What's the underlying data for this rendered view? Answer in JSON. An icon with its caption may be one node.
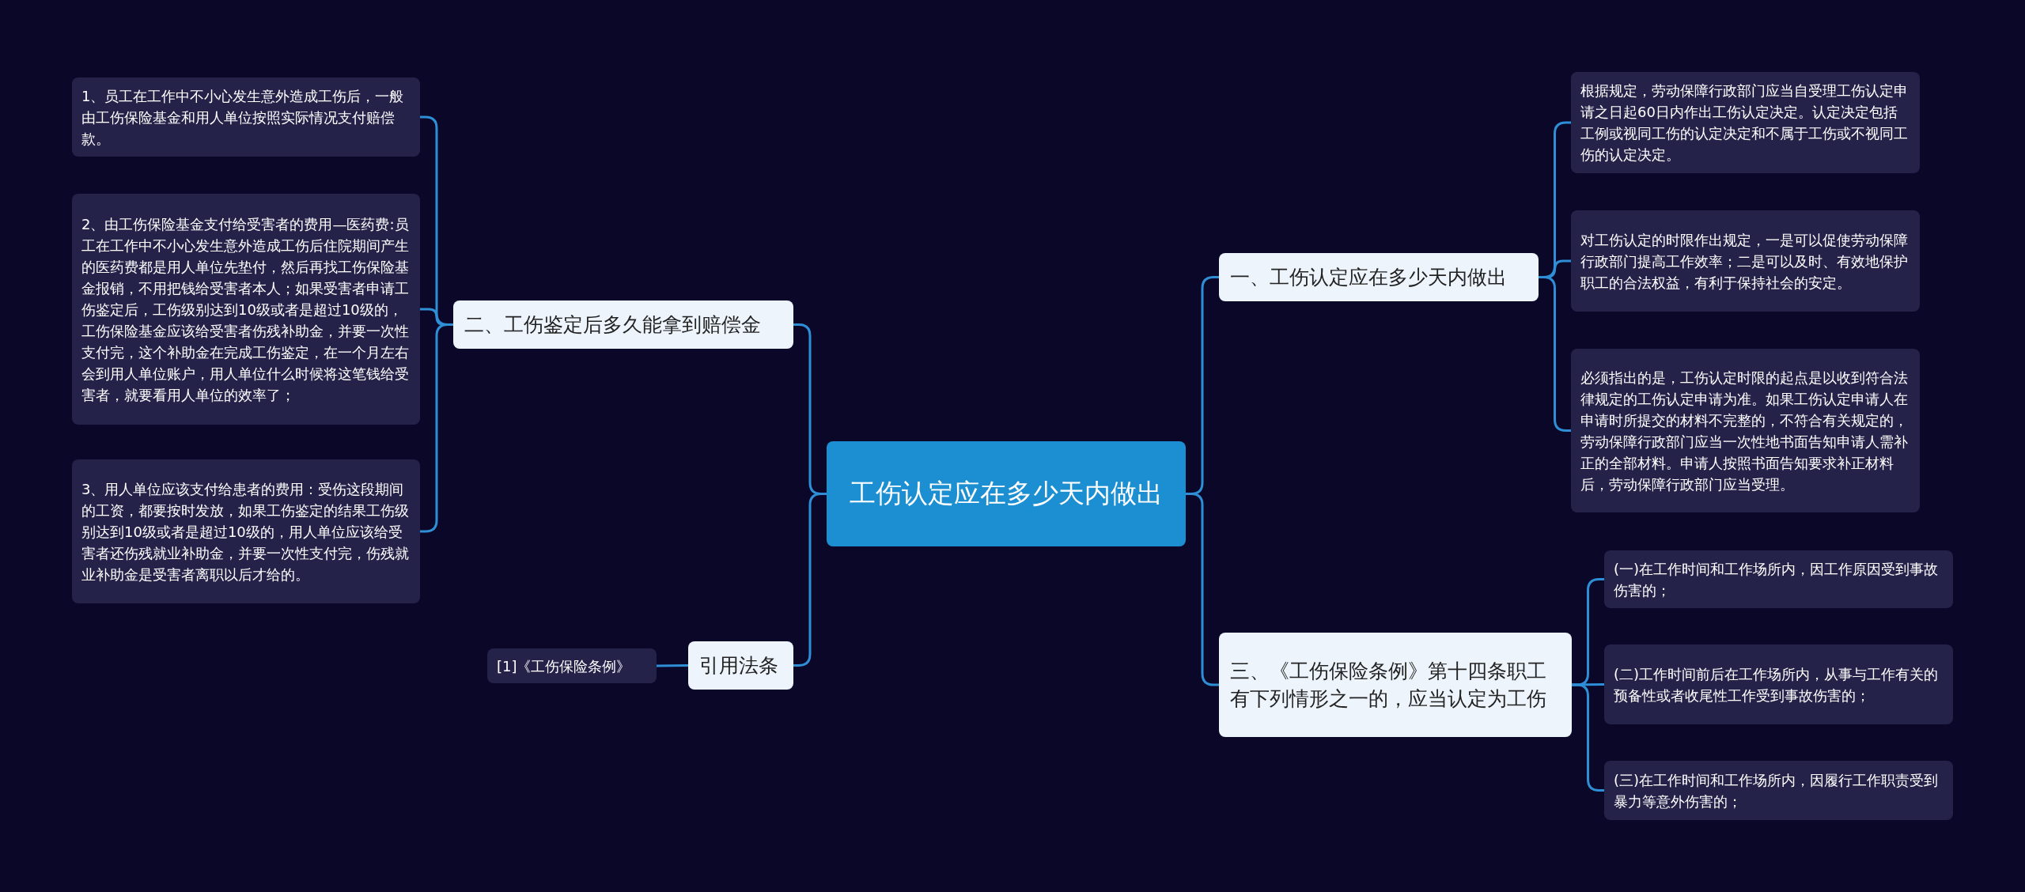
{
  "diagram": {
    "nodes": [
      {
        "text": [
          "工伤认定应在多少天内做出"
        ]
      },
      {
        "text": [
          "一、工伤认定应在多少天内做出"
        ]
      },
      {
        "text": [
          "根据规定，劳动保障行政部门应当自受理工伤认定申请之日起60日内作出工伤认定决定。认定决定包括工例或视同工伤的认定决定和不属于工伤或不视同工伤的认定决定。"
        ]
      },
      {
        "text": [
          "对工伤认定的时限作出规定，一是可以促使劳动保障行政部门提高工作效率；二是可以及时、有效地保护职工的合法权益，有利于保持社会的安定。"
        ]
      },
      {
        "text": [
          "必须指出的是，工伤认定时限的起点是以收到符合法律规定的工伤认定申请为准。如果工伤认定申请人在申请时所提交的材料不完整的，不符合有关规定的，劳动保障行政部门应当一次性地书面告知申请人需补正的全部材料。申请人按照书面告知要求补正材料后，劳动保障行政部门应当受理。"
        ]
      },
      {
        "text": [
          "二、工伤鉴定后多久能拿到赔偿金"
        ]
      },
      {
        "text": [
          "1、员工在工作中不小心发生意外造成工伤后，一般由工伤保险基金和用人单位按照实际情况支付赔偿款。"
        ]
      },
      {
        "text": [
          "2、由工伤保险基金支付给受害者的费用—医药费:员工在工作中不小心发生意外造成工伤后住院期间产生的医药费都是用人单位先垫付，然后再找工伤保险基金报销，不用把钱给受害者本人；如果受害者申请工伤鉴定后，工伤级别达到10级或者是超过10级的，工伤保险基金应该给受害者伤残补助金，并要一次性支付完，这个补助金在完成工伤鉴定，在一个月左右会到用人单位账户，用人单位什么时候将这笔钱给受害者，就要看用人单位的效率了；"
        ]
      },
      {
        "text": [
          "3、用人单位应该支付给患者的费用：受伤这段期间的工资，都要按时发放，如果工伤鉴定的结果工伤级别达到10级或者是超过10级的，用人单位应该给受害者还伤残就业补助金，并要一次性支付完，伤残就业补助金是受害者离职以后才给的。"
        ]
      },
      {
        "text": [
          "三、《工伤保险条例》第十四条职工有下列情形之一的，应当认定为工伤"
        ]
      },
      {
        "text": [
          "(一)在工作时间和工作场所内，因工作原因受到事故伤害的；"
        ]
      },
      {
        "text": [
          "(二)工作时间前后在工作场所内，从事与工作有关的预备性或者收尾性工作受到事故伤害的；"
        ]
      },
      {
        "text": [
          "(三)在工作时间和工作场所内，因履行工作职责受到暴力等意外伤害的；"
        ]
      },
      {
        "text": [
          "引用法条"
        ]
      },
      {
        "text": [
          "[1]《工伤保险条例》"
        ]
      }
    ],
    "edges": [
      {
        "from": 0,
        "to": 1,
        "arrow": "none"
      },
      {
        "from": 1,
        "to": 2,
        "arrow": "none"
      },
      {
        "from": 1,
        "to": 3,
        "arrow": "none"
      },
      {
        "from": 1,
        "to": 4,
        "arrow": "none"
      },
      {
        "from": 0,
        "to": 5,
        "arrow": "none"
      },
      {
        "from": 5,
        "to": 6,
        "arrow": "none"
      },
      {
        "from": 5,
        "to": 7,
        "arrow": "none"
      },
      {
        "from": 5,
        "to": 8,
        "arrow": "none"
      },
      {
        "from": 0,
        "to": 9,
        "arrow": "none"
      },
      {
        "from": 9,
        "to": 10,
        "arrow": "none"
      },
      {
        "from": 9,
        "to": 11,
        "arrow": "none"
      },
      {
        "from": 9,
        "to": 12,
        "arrow": "none"
      },
      {
        "from": 0,
        "to": 13,
        "arrow": "none"
      },
      {
        "from": 13,
        "to": 14,
        "arrow": "none"
      }
    ]
  }
}
